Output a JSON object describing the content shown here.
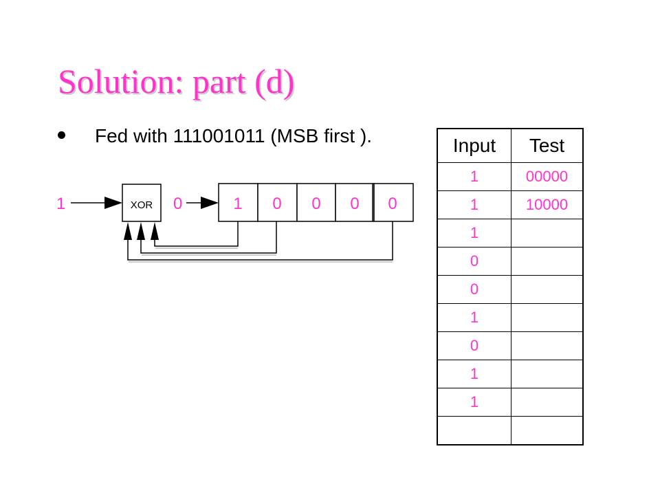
{
  "slide": {
    "title": "Solution: part (d)",
    "bullet": "Fed with 111001011 (MSB first )."
  },
  "diagram": {
    "input_bit": "1",
    "gate_label": "XOR",
    "xor_output": "0",
    "register": [
      "1",
      "0",
      "0",
      "0",
      "0"
    ]
  },
  "table": {
    "headers": [
      "Input",
      "Test"
    ],
    "rows": [
      [
        "1",
        "00000"
      ],
      [
        "1",
        "10000"
      ],
      [
        "1",
        ""
      ],
      [
        "0",
        ""
      ],
      [
        "0",
        ""
      ],
      [
        "1",
        ""
      ],
      [
        "0",
        ""
      ],
      [
        "1",
        ""
      ],
      [
        "1",
        ""
      ],
      [
        "",
        ""
      ]
    ]
  },
  "colors": {
    "title": "#ff33cc",
    "value_text": "#ff33cc",
    "line": "#000000"
  }
}
